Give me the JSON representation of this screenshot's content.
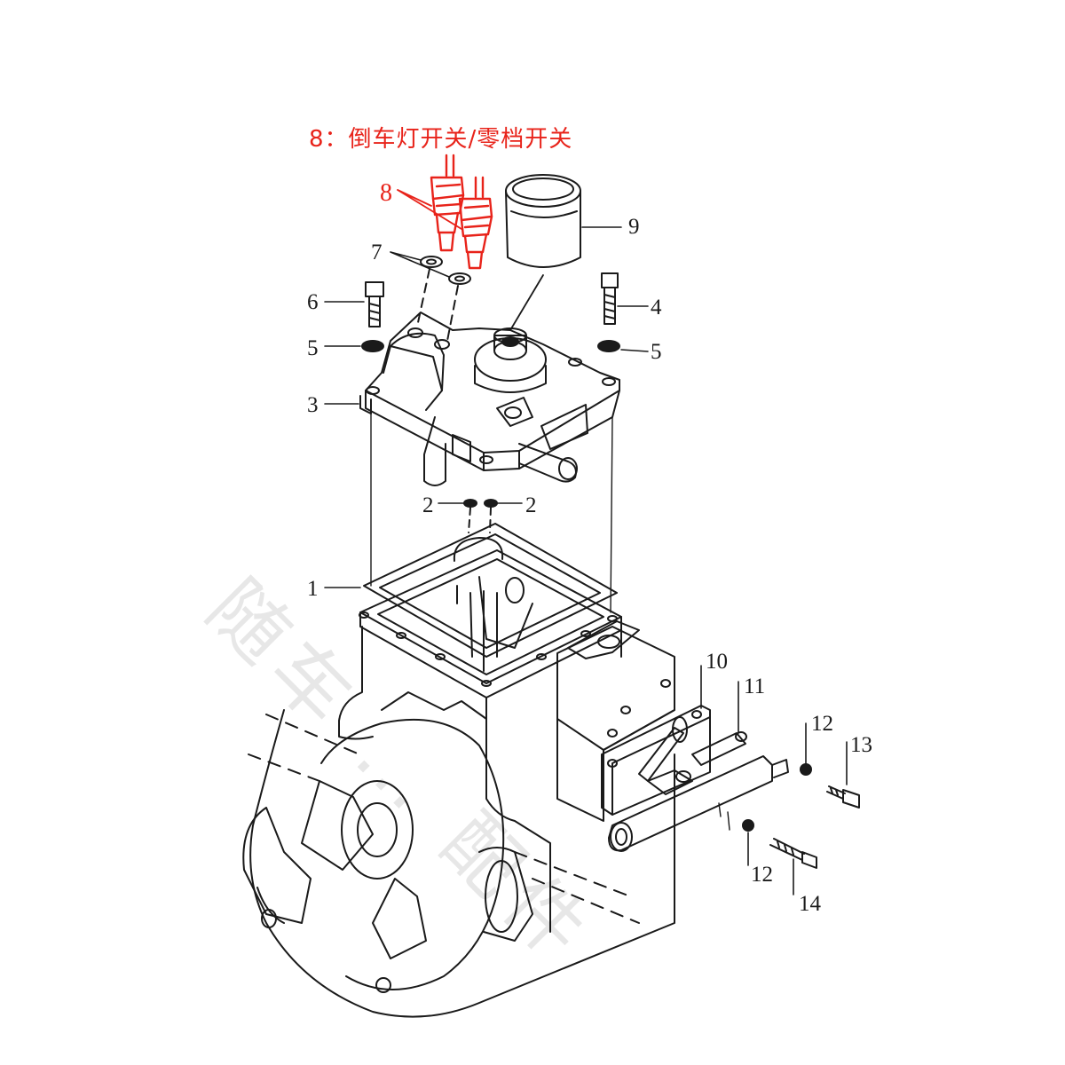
{
  "title": "8：倒车灯开关/零档开关",
  "watermark": "随车 … 配件",
  "callouts": {
    "n1": "1",
    "n2a": "2",
    "n2b": "2",
    "n3": "3",
    "n4": "4",
    "n5a": "5",
    "n5b": "5",
    "n6": "6",
    "n7": "7",
    "n8": "8",
    "n9": "9",
    "n10": "10",
    "n11": "11",
    "n12a": "12",
    "n12b": "12",
    "n13": "13",
    "n14": "14"
  },
  "colors": {
    "highlight": "#e8231a",
    "line": "#1a1a1a"
  }
}
